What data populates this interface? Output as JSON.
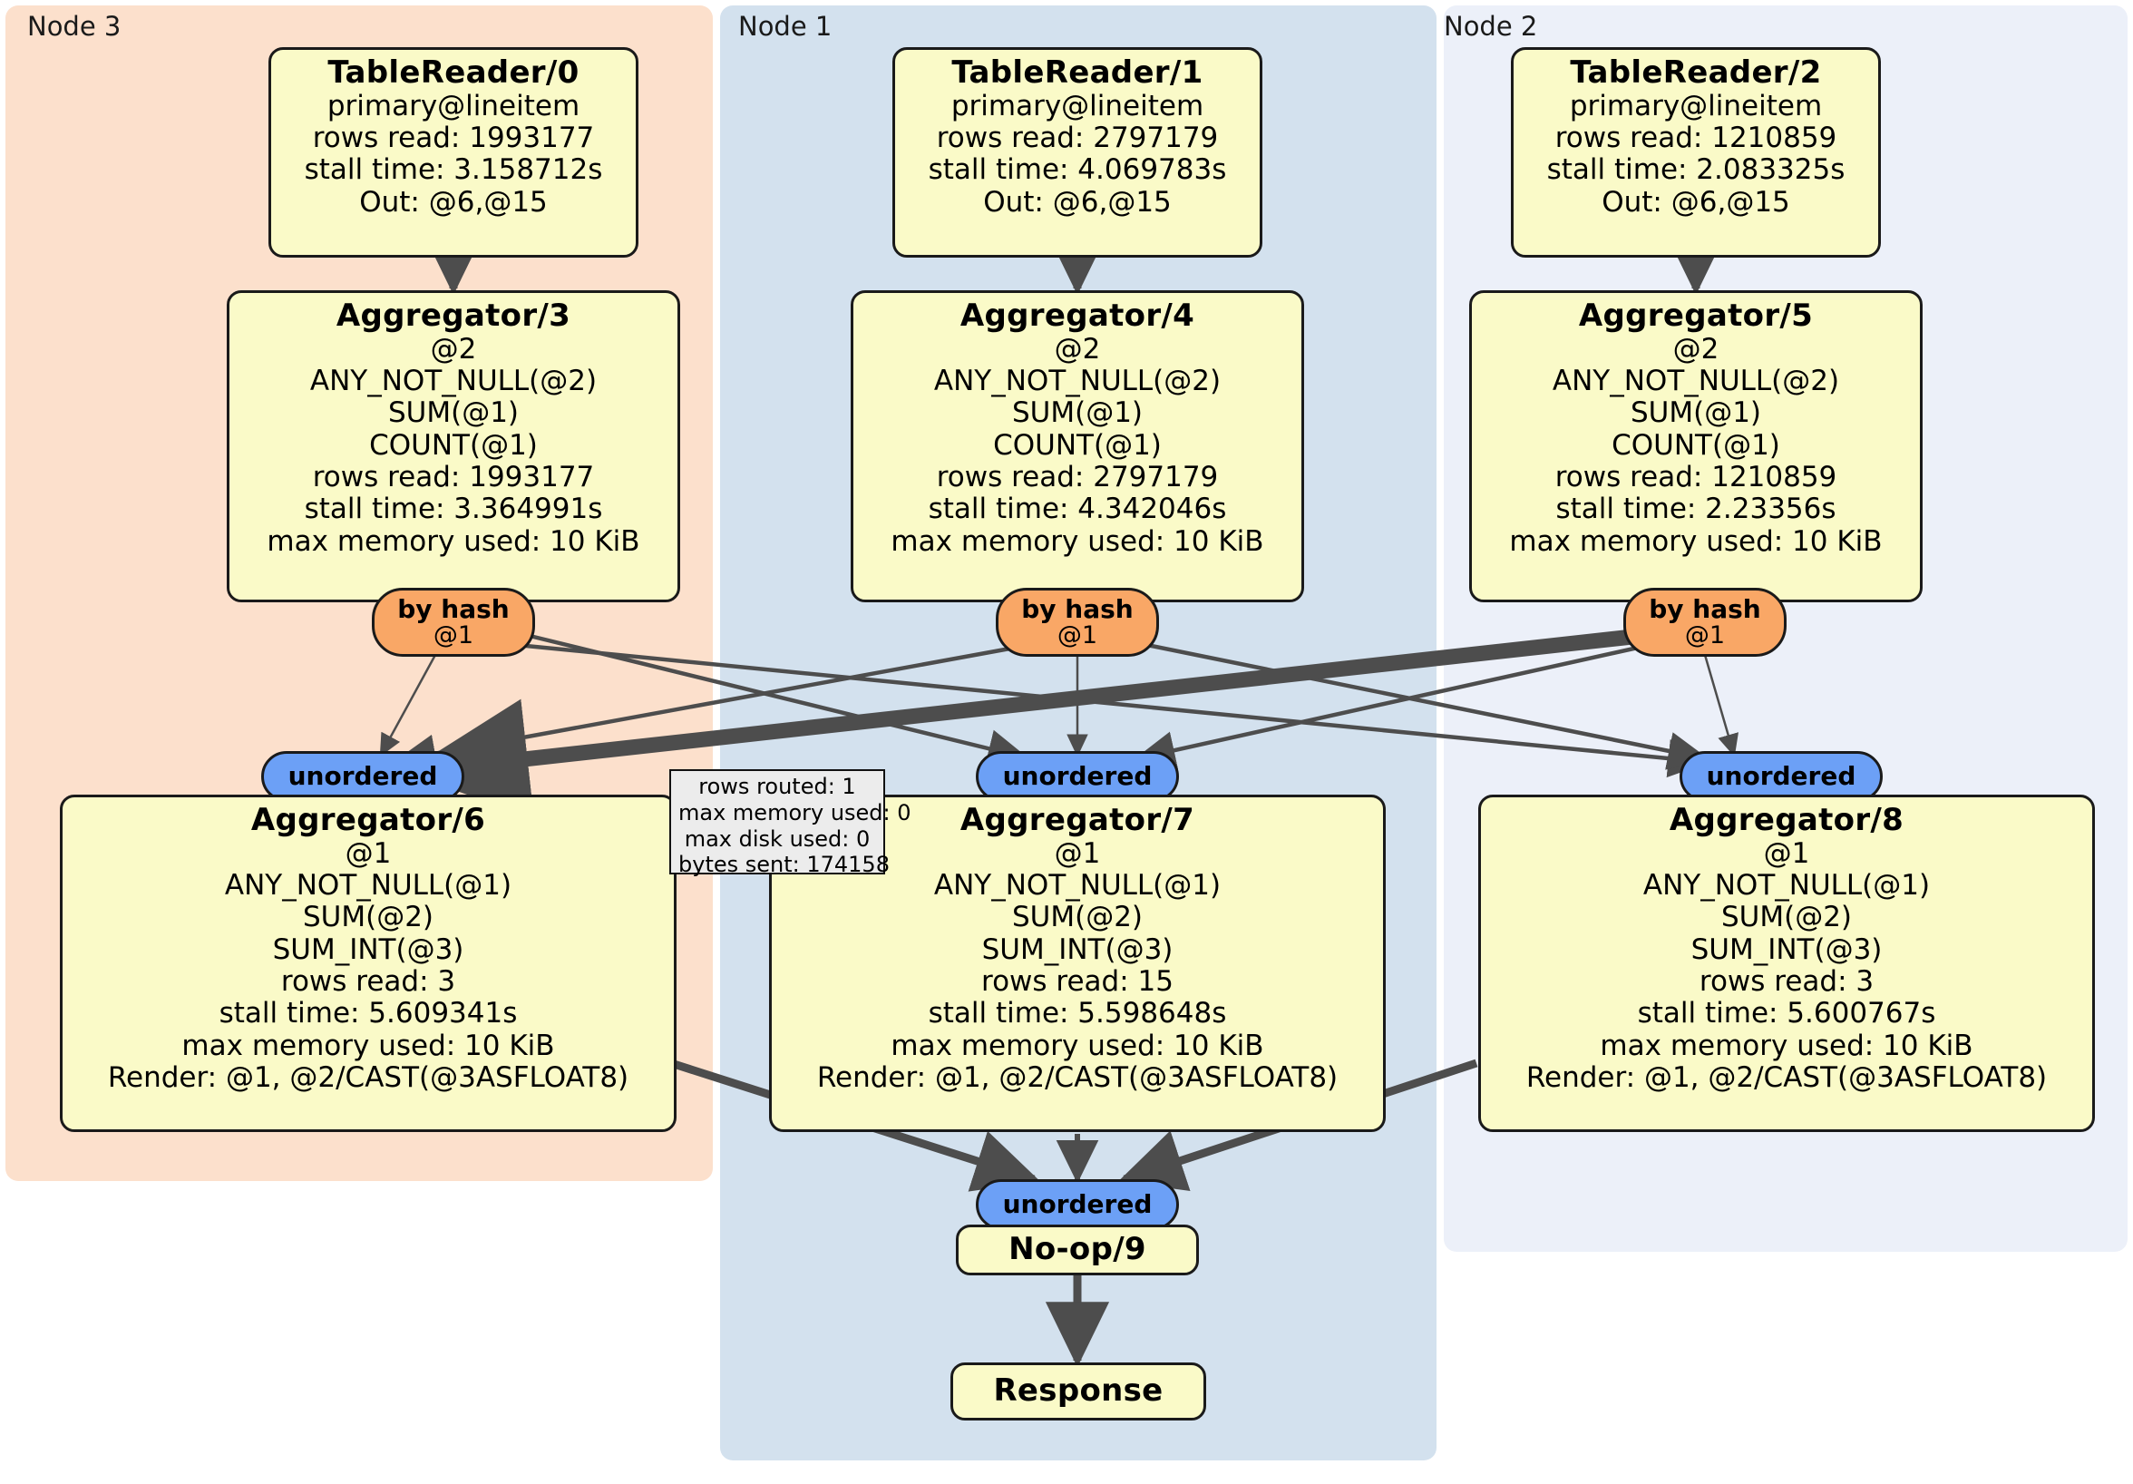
{
  "colors": {
    "node3_region": "#FCE0CC",
    "node1_region": "#D3E1EE",
    "node2_region": "#ECF0F9",
    "processor_fill": "#FAFAC8",
    "hash_router_fill": "#F9A766",
    "unordered_sync_fill": "#6CA0F6",
    "stats_box_fill": "#ECECEC",
    "edge_stroke": "#4D4D4D",
    "border": "#1A1A1A"
  },
  "clusters": [
    {
      "id": "node3",
      "label": "Node 3"
    },
    {
      "id": "node1",
      "label": "Node 1"
    },
    {
      "id": "node2",
      "label": "Node 2"
    }
  ],
  "processors": {
    "tablereader0": {
      "title": "TableReader/0",
      "lines": [
        "primary@lineitem",
        "rows read: 1993177",
        "stall time: 3.158712s",
        "Out: @6,@15"
      ]
    },
    "tablereader1": {
      "title": "TableReader/1",
      "lines": [
        "primary@lineitem",
        "rows read: 2797179",
        "stall time: 4.069783s",
        "Out: @6,@15"
      ]
    },
    "tablereader2": {
      "title": "TableReader/2",
      "lines": [
        "primary@lineitem",
        "rows read: 1210859",
        "stall time: 2.083325s",
        "Out: @6,@15"
      ]
    },
    "aggregator3": {
      "title": "Aggregator/3",
      "lines": [
        "@2",
        "ANY_NOT_NULL(@2)",
        "SUM(@1)",
        "COUNT(@1)",
        "rows read: 1993177",
        "stall time: 3.364991s",
        "max memory used: 10 KiB"
      ]
    },
    "aggregator4": {
      "title": "Aggregator/4",
      "lines": [
        "@2",
        "ANY_NOT_NULL(@2)",
        "SUM(@1)",
        "COUNT(@1)",
        "rows read: 2797179",
        "stall time: 4.342046s",
        "max memory used: 10 KiB"
      ]
    },
    "aggregator5": {
      "title": "Aggregator/5",
      "lines": [
        "@2",
        "ANY_NOT_NULL(@2)",
        "SUM(@1)",
        "COUNT(@1)",
        "rows read: 1210859",
        "stall time: 2.23356s",
        "max memory used: 10 KiB"
      ]
    },
    "aggregator6": {
      "title": "Aggregator/6",
      "lines": [
        "@1",
        "ANY_NOT_NULL(@1)",
        "SUM(@2)",
        "SUM_INT(@3)",
        "rows read: 3",
        "stall time: 5.609341s",
        "max memory used: 10 KiB",
        "Render: @1, @2/CAST(@3ASFLOAT8)"
      ]
    },
    "aggregator7": {
      "title": "Aggregator/7",
      "lines": [
        "@1",
        "ANY_NOT_NULL(@1)",
        "SUM(@2)",
        "SUM_INT(@3)",
        "rows read: 15",
        "stall time: 5.598648s",
        "max memory used: 10 KiB",
        "Render: @1, @2/CAST(@3ASFLOAT8)"
      ]
    },
    "aggregator8": {
      "title": "Aggregator/8",
      "lines": [
        "@1",
        "ANY_NOT_NULL(@1)",
        "SUM(@2)",
        "SUM_INT(@3)",
        "rows read: 3",
        "stall time: 5.600767s",
        "max memory used: 10 KiB",
        "Render: @1, @2/CAST(@3ASFLOAT8)"
      ]
    },
    "noop9": {
      "title": "No-op/9",
      "lines": []
    },
    "response": {
      "title": "Response",
      "lines": []
    }
  },
  "routers": {
    "hash_left": {
      "label": "by hash",
      "column": "@1"
    },
    "hash_mid": {
      "label": "by hash",
      "column": "@1"
    },
    "hash_right": {
      "label": "by hash",
      "column": "@1"
    }
  },
  "synchronizers": {
    "unordered_left": {
      "label": "unordered"
    },
    "unordered_mid": {
      "label": "unordered"
    },
    "unordered_right": {
      "label": "unordered"
    },
    "unordered_final": {
      "label": "unordered"
    }
  },
  "stats_box": {
    "lines": [
      "rows routed: 1",
      "max memory used: 0",
      "max disk used: 0",
      "bytes sent: 174158"
    ]
  }
}
